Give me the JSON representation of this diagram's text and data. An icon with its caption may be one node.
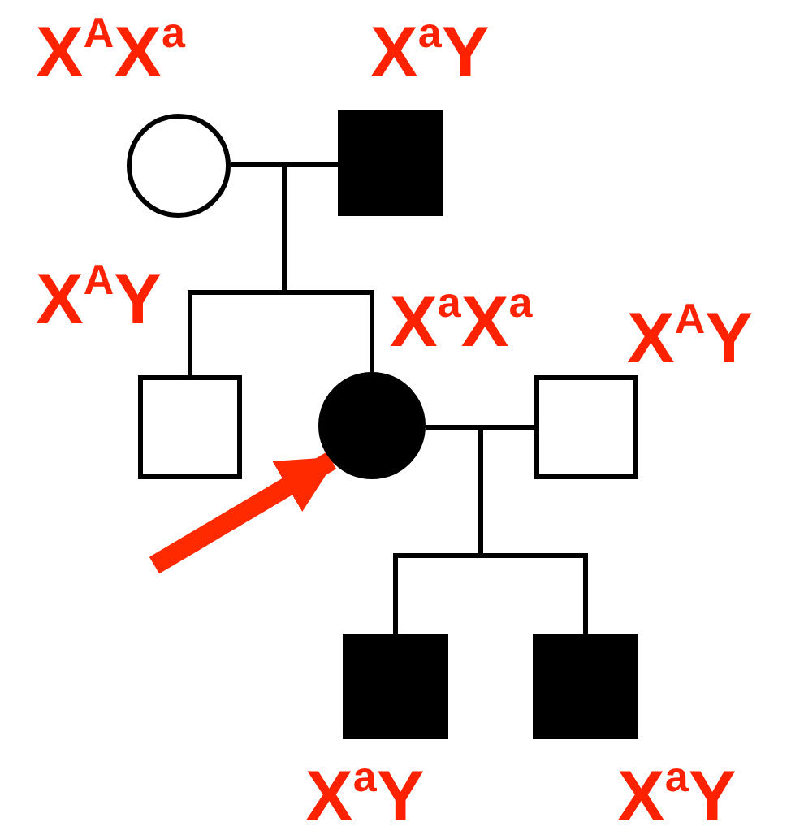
{
  "diagram": {
    "nodes": [
      {
        "text": [],
        "shape": "circle",
        "beside": [
          "X$^{A}$X$^{a}$"
        ]
      },
      {
        "text": [],
        "shape": "box",
        "beside": [
          "X$^{a}$Y"
        ]
      },
      {
        "text": [],
        "shape": "box",
        "beside": [
          "X$^{A}$Y"
        ]
      },
      {
        "text": [],
        "shape": "circle",
        "beside": [
          "X$^{a}$X$^{a}$"
        ]
      },
      {
        "text": [],
        "shape": "box",
        "beside": [
          "X$^{A}$Y"
        ]
      },
      {
        "text": [],
        "shape": "box",
        "beside": [
          "X$^{a}$Y"
        ]
      },
      {
        "text": [],
        "shape": "box",
        "beside": [
          "X$^{a}$Y"
        ]
      }
    ],
    "edges": [
      {
        "from": 0,
        "to": 1,
        "arrow": "none"
      },
      {
        "from": 0,
        "to": 2,
        "arrow": "none"
      },
      {
        "from": 1,
        "to": 2,
        "arrow": "none"
      },
      {
        "from": 0,
        "to": 3,
        "arrow": "none"
      },
      {
        "from": 1,
        "to": 3,
        "arrow": "none"
      },
      {
        "from": 3,
        "to": 4,
        "arrow": "none"
      },
      {
        "from": 3,
        "to": 5,
        "arrow": "none"
      },
      {
        "from": 4,
        "to": 5,
        "arrow": "none"
      },
      {
        "from": 3,
        "to": 6,
        "arrow": "none"
      },
      {
        "from": 4,
        "to": 6,
        "arrow": "none"
      },
      {
        "from": null,
        "to": 3,
        "arrow": "to",
        "style": "thick",
        "color": "#ff2a00"
      }
    ]
  }
}
